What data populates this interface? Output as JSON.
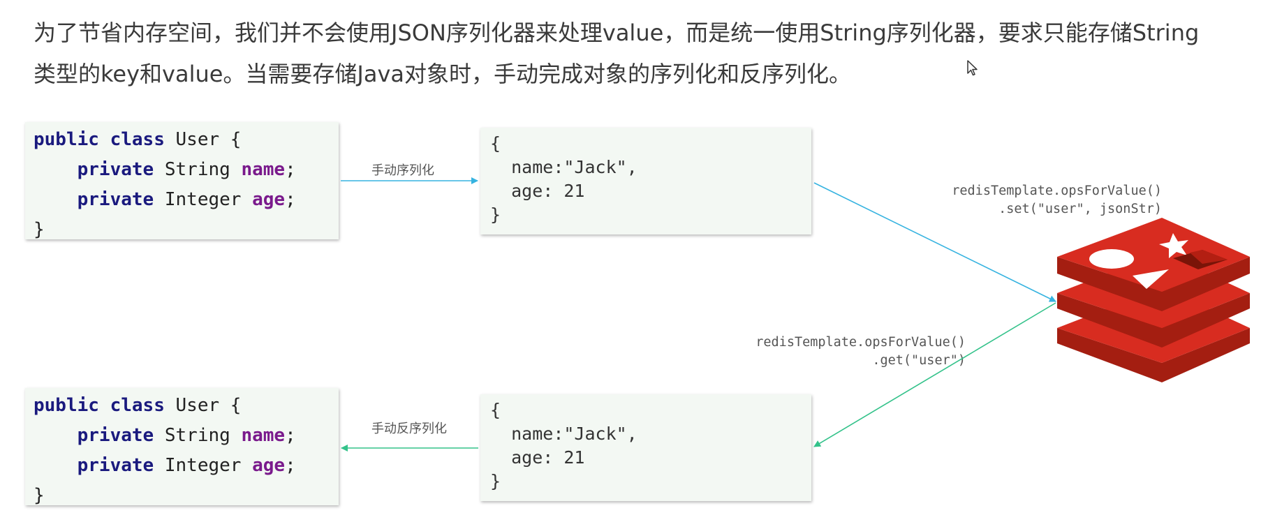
{
  "intro": {
    "line1": "为了节省内存空间，我们并不会使用JSON序列化器来处理value，而是统一使用String序列化器，要求只能存储String",
    "line2": "类型的key和value。当需要存储Java对象时，手动完成对象的序列化和反序列化。"
  },
  "java_class": {
    "kw_public": "public",
    "kw_class": "class",
    "class_name": "User",
    "open_brace": "{",
    "close_brace": "}",
    "kw_private": "private",
    "field1_type": "String",
    "field1_name": "name",
    "field2_type": "Integer",
    "field2_name": "age",
    "semicolon": ";"
  },
  "json_object": {
    "open": "{",
    "line1": "name:\"Jack\",",
    "line2": "age: 21",
    "close": "}"
  },
  "labels": {
    "serialize": "手动序列化",
    "deserialize": "手动反序列化",
    "set_call_line1": "redisTemplate.opsForValue()",
    "set_call_line2": ".set(\"user\", jsonStr)",
    "get_call_line1": "redisTemplate.opsForValue()",
    "get_call_line2": ".get(\"user\")"
  },
  "colors": {
    "arrow_blue": "#36b3e0",
    "arrow_green": "#33c28a",
    "redis_red": "#d82c20",
    "redis_dark": "#a41e11"
  },
  "icons": {
    "database": "redis-logo-icon",
    "cursor": "mouse-cursor-icon"
  }
}
